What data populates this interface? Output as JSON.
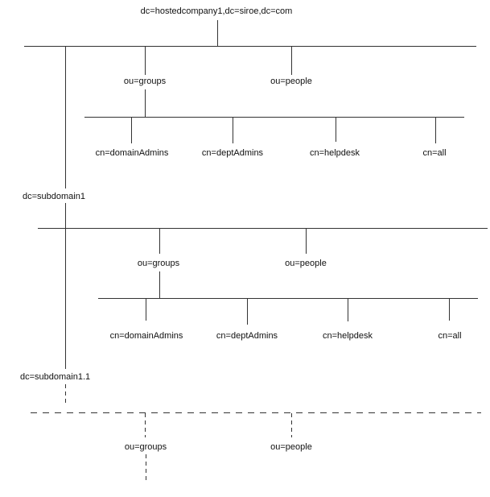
{
  "colors": {
    "line": "#333333",
    "text": "#111111",
    "background": "#ffffff"
  },
  "root": {
    "label": "dc=hostedcompany1,dc=siroe,dc=com"
  },
  "tree1": {
    "ou_groups": "ou=groups",
    "ou_people": "ou=people",
    "cn": [
      "cn=domainAdmins",
      "cn=deptAdmins",
      "cn=helpdesk",
      "cn=all"
    ]
  },
  "tree2": {
    "label": "dc=subdomain1",
    "ou_groups": "ou=groups",
    "ou_people": "ou=people",
    "cn": [
      "cn=domainAdmins",
      "cn=deptAdmins",
      "cn=helpdesk",
      "cn=all"
    ]
  },
  "tree3": {
    "label": "dc=subdomain1.1",
    "ou_groups": "ou=groups",
    "ou_people": "ou=people"
  }
}
